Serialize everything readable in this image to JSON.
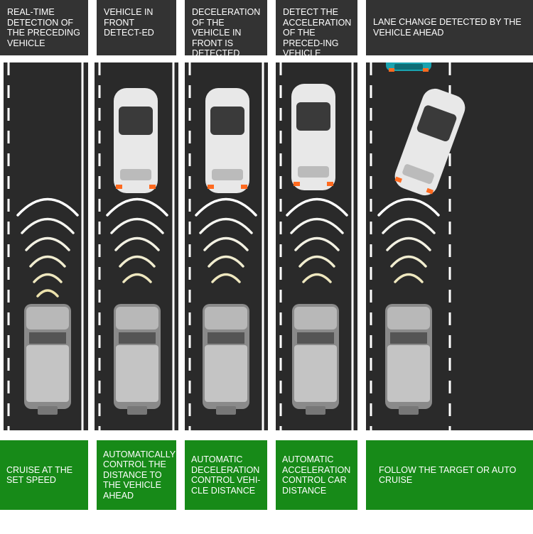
{
  "panels": [
    {
      "header": "REAL-TIME DETECTION OF THE PRECEDING VEHICLE",
      "footer": "CRUISE AT THE SET SPEED",
      "front_car": "none"
    },
    {
      "header": "VEHICLE IN FRONT DETECT-ED",
      "footer": "AUTOMATICALLY CONTROL THE DISTANCE TO THE VEHICLE AHEAD",
      "front_car": "straight"
    },
    {
      "header": "DECELERATION OF THE VEHICLE IN FRONT IS DETECTED",
      "footer": "AUTOMATIC DECELERATION CONTROL VEHI-CLE DISTANCE",
      "front_car": "straight"
    },
    {
      "header": "DETECT THE ACCELERATION OF THE PRECED-ING VEHICLE",
      "footer": "AUTOMATIC ACCELERATION CONTROL CAR DISTANCE",
      "front_car": "straight"
    },
    {
      "header": "LANE CHANGE DETECTED BY THE VEHICLE AHEAD",
      "footer": "FOLLOW THE TARGET OR AUTO CRUISE",
      "front_car": "tilted"
    }
  ],
  "colors": {
    "header_bg": "#333333",
    "footer_bg": "#178a18",
    "road": "#2a2a2a",
    "lane_line": "#ffffff",
    "brake_light": "#ff6a1f",
    "teal_car": "#1aa3b0"
  },
  "icons": {
    "front_car": "white-suv-top-view-icon",
    "own_car": "gray-offroad-suv-top-view-icon",
    "sensor_waves": "radar-wave-arcs-icon",
    "side_car": "teal-car-icon"
  }
}
